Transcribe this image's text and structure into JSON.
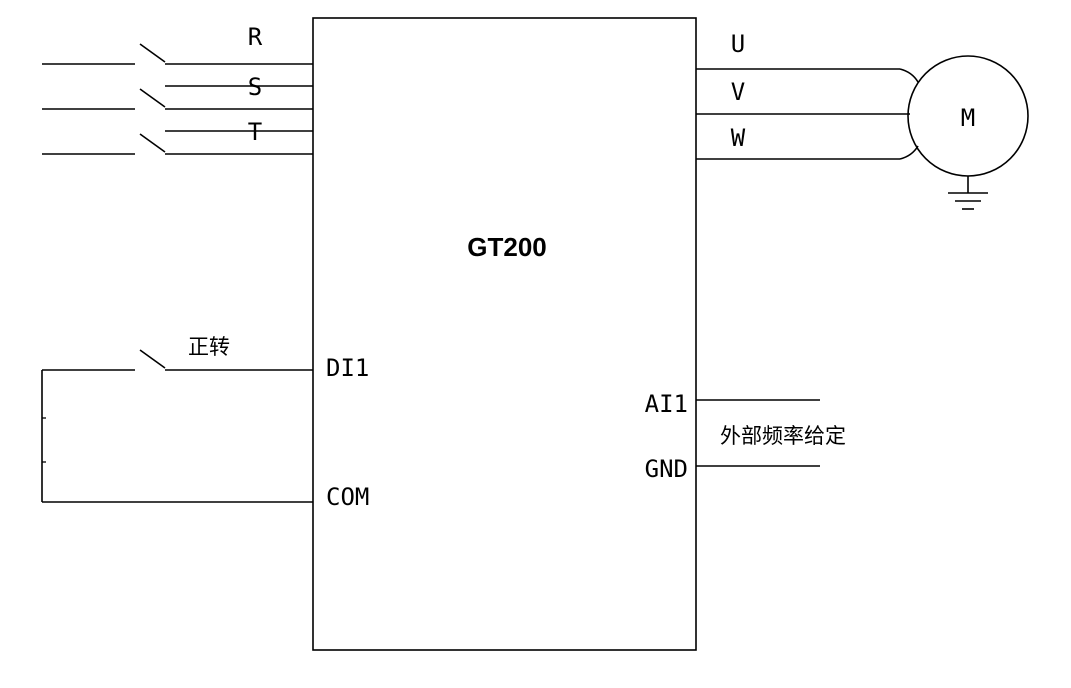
{
  "device": {
    "name": "GT200"
  },
  "input_phases": {
    "r": "R",
    "s": "S",
    "t": "T"
  },
  "output_phases": {
    "u": "U",
    "v": "V",
    "w": "W"
  },
  "motor": {
    "label": "M"
  },
  "control": {
    "forward_label": "正转",
    "di1": "DI1",
    "com": "COM"
  },
  "analog": {
    "ai1": "AI1",
    "gnd": "GND",
    "freq_label": "外部频率给定"
  }
}
